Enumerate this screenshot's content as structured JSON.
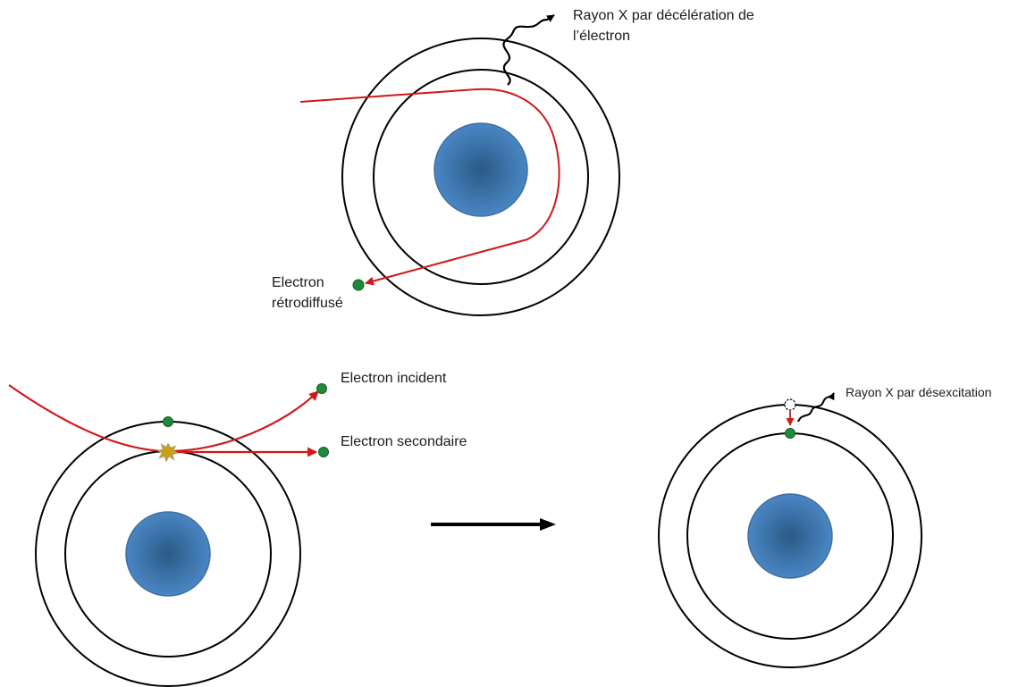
{
  "labels": {
    "bremsstrahlung_line1": "Rayon X par décélération de",
    "bremsstrahlung_line2": "l’électron",
    "backscattered_line1": "Electron",
    "backscattered_line2": "rétrodiffusé",
    "incident": "Electron incident",
    "secondary": "Electron secondaire",
    "deexcitation": "Rayon X par désexcitation"
  },
  "colors": {
    "nucleus_center": "#2a5a86",
    "nucleus_edge": "#4a86c4",
    "nucleus_stroke": "#3f6f9f",
    "orbit": "#000000",
    "electron_path": "#d0181a",
    "electron": "#1f8a3c",
    "collision": "#c8a018",
    "xray_wave": "#000000",
    "arrow": "#000000"
  },
  "icons": {
    "collision": "collision-star-icon",
    "vacancy": "vacancy-hole-icon",
    "transition": "arrow-right-icon"
  }
}
